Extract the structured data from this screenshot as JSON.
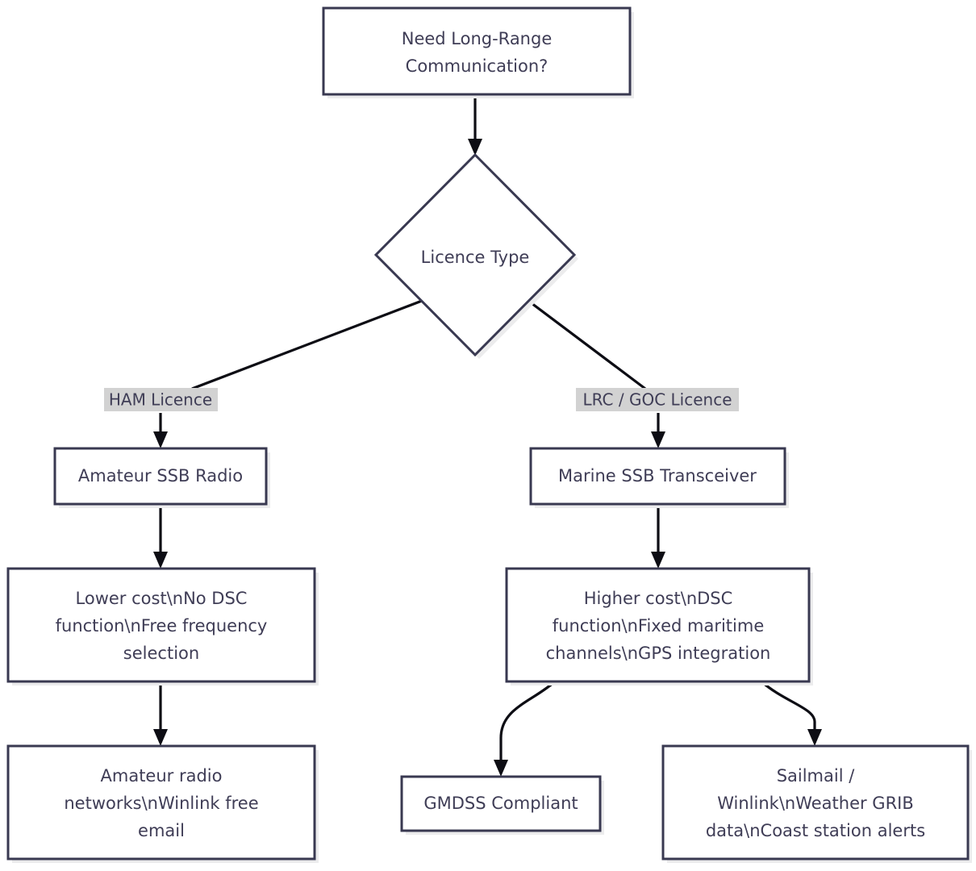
{
  "diagram": {
    "type": "flowchart",
    "orientation": "top-down",
    "background_color": "#ffffff",
    "node_border_color": "#393951",
    "node_fill_color": "#ffffff",
    "node_text_color": "#3f3d56",
    "edge_color": "#0d0d14",
    "edge_label_background": "#d2d2d2",
    "nodes": [
      {
        "id": "start",
        "shape": "rectangle",
        "label": "Need Long-Range Communication?",
        "lines": [
          "Need Long-Range",
          "Communication?"
        ]
      },
      {
        "id": "licence",
        "shape": "diamond",
        "label": "Licence Type",
        "lines": [
          "Licence Type"
        ]
      },
      {
        "id": "ham_radio",
        "shape": "rectangle",
        "label": "Amateur SSB Radio",
        "lines": [
          "Amateur SSB Radio"
        ]
      },
      {
        "id": "marine_radio",
        "shape": "rectangle",
        "label": "Marine SSB Transceiver",
        "lines": [
          "Marine SSB Transceiver"
        ]
      },
      {
        "id": "ham_features",
        "shape": "rectangle",
        "label": "Lower cost\\nNo DSC function\\nFree frequency selection",
        "lines": [
          "Lower cost\\nNo DSC",
          "function\\nFree frequency",
          "selection"
        ]
      },
      {
        "id": "marine_features",
        "shape": "rectangle",
        "label": "Higher cost\\nDSC function\\nFixed maritime channels\\nGPS integration",
        "lines": [
          "Higher cost\\nDSC",
          "function\\nFixed maritime",
          "channels\\nGPS integration"
        ]
      },
      {
        "id": "ham_services",
        "shape": "rectangle",
        "label": "Amateur radio networks\\nWinlink free email",
        "lines": [
          "Amateur radio",
          "networks\\nWinlink free",
          "email"
        ]
      },
      {
        "id": "gmdss",
        "shape": "rectangle",
        "label": "GMDSS Compliant",
        "lines": [
          "GMDSS Compliant"
        ]
      },
      {
        "id": "marine_services",
        "shape": "rectangle",
        "label": "Sailmail / Winlink\\nWeather GRIB data\\nCoast station alerts",
        "lines": [
          "Sailmail /",
          "Winlink\\nWeather GRIB",
          "data\\nCoast station alerts"
        ]
      }
    ],
    "edges": [
      {
        "from": "start",
        "to": "licence",
        "label": ""
      },
      {
        "from": "licence",
        "to": "ham_radio",
        "label": "HAM Licence"
      },
      {
        "from": "licence",
        "to": "marine_radio",
        "label": "LRC / GOC Licence"
      },
      {
        "from": "ham_radio",
        "to": "ham_features",
        "label": ""
      },
      {
        "from": "marine_radio",
        "to": "marine_features",
        "label": ""
      },
      {
        "from": "ham_features",
        "to": "ham_services",
        "label": ""
      },
      {
        "from": "marine_features",
        "to": "gmdss",
        "label": ""
      },
      {
        "from": "marine_features",
        "to": "marine_services",
        "label": ""
      }
    ]
  }
}
